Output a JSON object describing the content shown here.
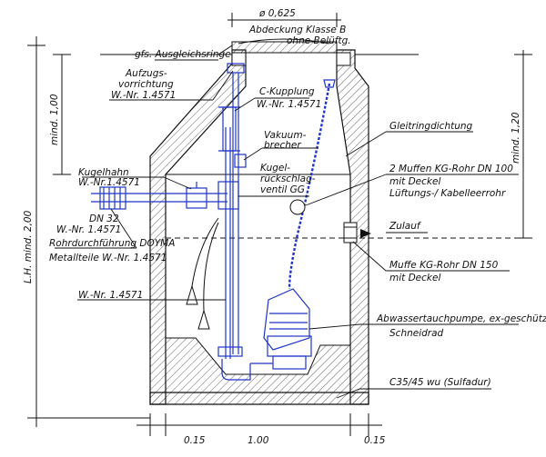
{
  "labels": {
    "diameter": "ø 0,625",
    "cover_line1": "Abdeckung Klasse B",
    "cover_line2": "ohne Belüftg.",
    "rings": "gfs. Ausgleichsringe",
    "lift_1": "Aufzugs-",
    "lift_2": "vorrichtung",
    "lift_3": "W.-Nr. 1.4571",
    "ckupplung_1": "C-Kupplung",
    "ckupplung_2": "W.-Nr. 1.4571",
    "vakuum_1": "Vakuum-",
    "vakuum_2": "brecher",
    "rueck_1": "Kugel-",
    "rueck_2": "rückschlag-",
    "rueck_3": "ventil GG",
    "kugelhahn_1": "Kugelhahn",
    "kugelhahn_2": "W.-Nr.1.4571",
    "dn32_1": "DN 32",
    "dn32_2": "W.-Nr. 1.4571",
    "doyma": "Rohrdurchführung DOYMA",
    "metallteile": "Metallteile W.-Nr. 1.4571",
    "wnr": "W.-Nr. 1.4571",
    "gleitring": "Gleitringdichtung",
    "muffen_1": "2 Muffen KG-Rohr DN 100",
    "muffen_2": "mit Deckel",
    "muffen_3": "Lüftungs-/ Kabelleerrohr",
    "zulauf": "Zulauf",
    "muffe150_1": "Muffe KG-Rohr DN 150",
    "muffe150_2": "mit Deckel",
    "pumpe_1": "Abwassertauchpumpe, ex-geschützt",
    "pumpe_2": "Schneidrad",
    "concrete": "C35/45 wu (Sulfadur)"
  },
  "dimensions": {
    "left_vertical": "mind. 1,00",
    "total_height": "L.H. mind. 2,00",
    "right_vertical": "mind. 1,20",
    "bottom_left": "0.15",
    "bottom_mid": "1.00",
    "bottom_right": "0.15"
  },
  "colors": {
    "equipment": "#1f35c8",
    "lines": "#111111"
  }
}
